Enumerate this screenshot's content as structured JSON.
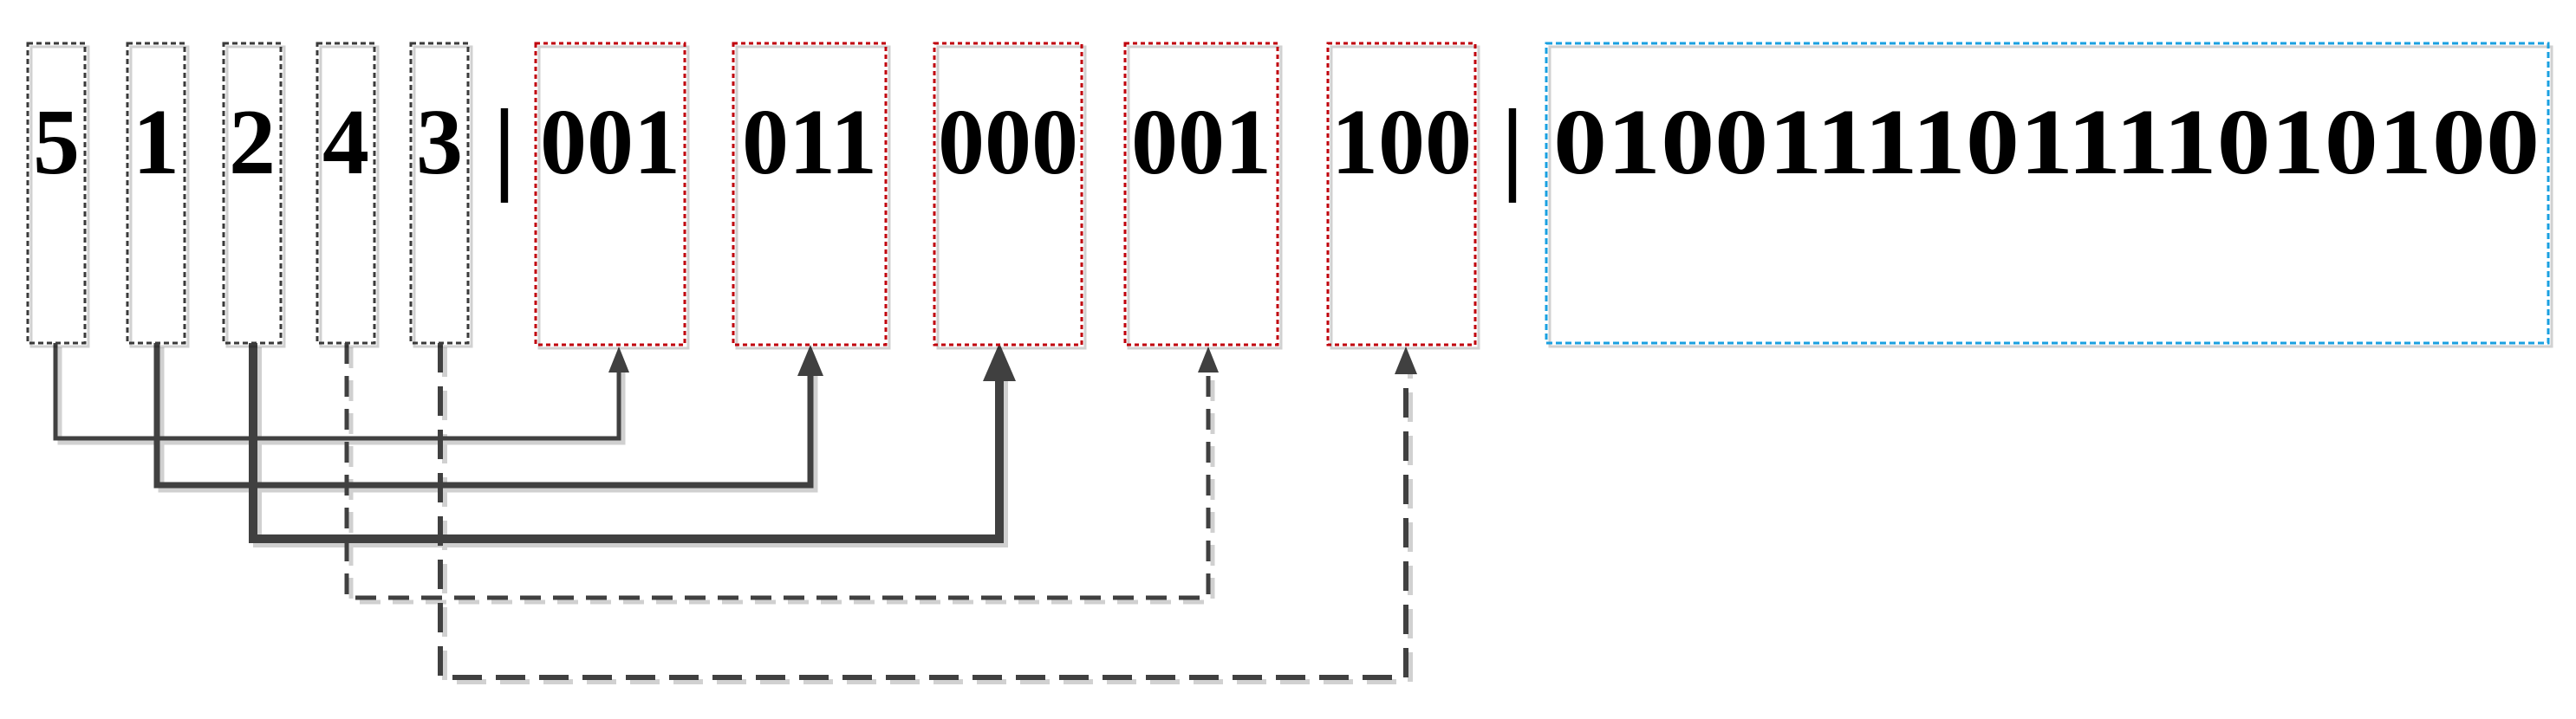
{
  "diagram": {
    "order_digits": [
      "5",
      "1",
      "2",
      "4",
      "3"
    ],
    "separator": "|",
    "codes": [
      "001",
      "011",
      "000",
      "001",
      "100"
    ],
    "bitstring": "0100111101111010100"
  },
  "colors": {
    "digit_box": "#3a3a3a",
    "code_box": "#c0000c",
    "bit_box": "#1aa0e0",
    "connector": "#404040"
  }
}
